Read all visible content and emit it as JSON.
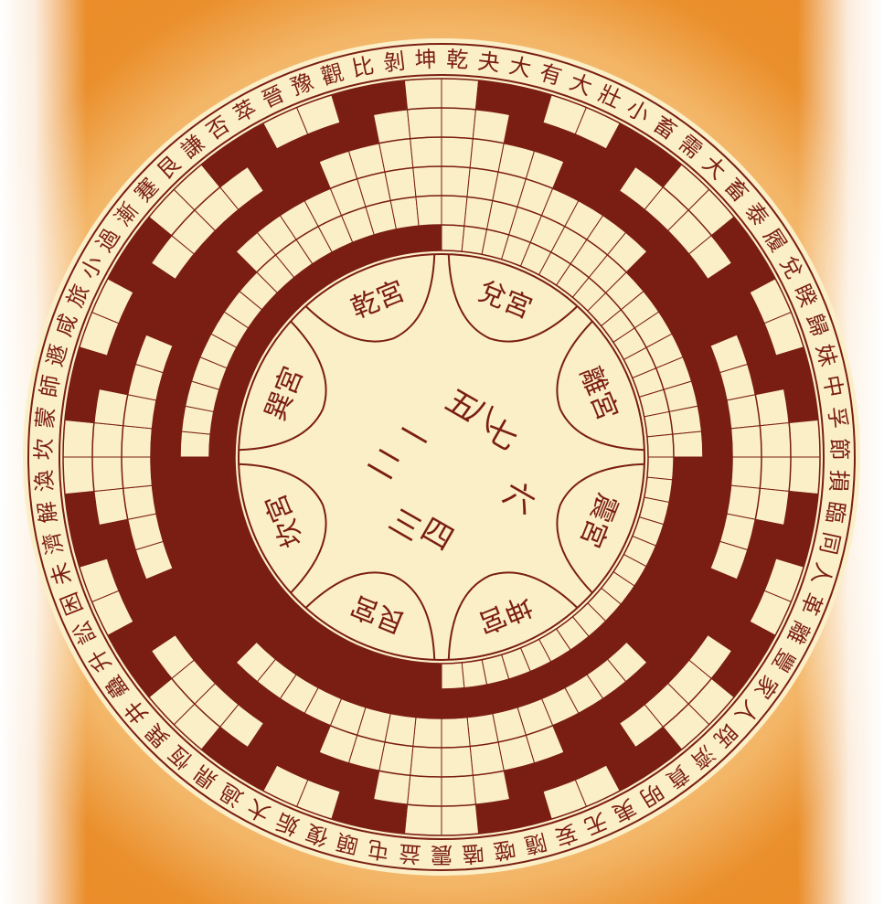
{
  "rim_text": "乾夬大有大壯小畜需大畜泰履兌睽歸妹中孚節損臨同人革離豐家人既濟賁明夷无妄隨噬嗑震益屯頤復姤大過鼎恆巽井蠱升訟困未濟解渙坎蒙師遯咸旅小過漸蹇艮謙否萃晉豫觀比剝坤",
  "center_numerals": [
    "八",
    "七",
    "六",
    "五",
    "一",
    "二",
    "三",
    "四"
  ],
  "palaces": [
    "乾宮",
    "兌宮",
    "離宮",
    "震宮",
    "坤宮",
    "艮宮",
    "坎宮",
    "巽宮"
  ],
  "colors": {
    "ink": "#7a1e14",
    "paper": "#fbefc8",
    "orange": "#ea8f2c"
  }
}
